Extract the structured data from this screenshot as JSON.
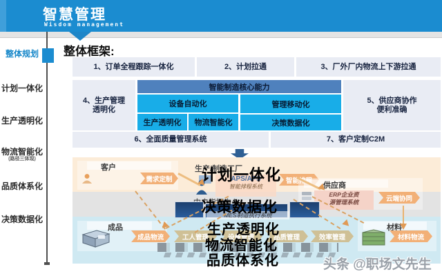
{
  "header": {
    "title": "智慧管理",
    "subtitle": "Wisdom management"
  },
  "sidebar": {
    "items": [
      {
        "label": "整体规划",
        "note": ""
      },
      {
        "label": "计划一体化",
        "note": ""
      },
      {
        "label": "生产透明化",
        "note": ""
      },
      {
        "label": "物流智能化",
        "note": "(路径三体现)"
      },
      {
        "label": "品质体系化",
        "note": ""
      },
      {
        "label": "决策数据化",
        "note": ""
      }
    ]
  },
  "main": {
    "section_title": "整体框架:",
    "framework": {
      "top_row": [
        "1、订单全程跟踪一体化",
        "2、计划拉通",
        "3、厂外厂内物流上下游拉通"
      ],
      "left_cell_line1": "4、生产管理",
      "left_cell_line2": "透明化",
      "core_title": "智能制造核心能力",
      "cell_equipment": "设备自动化",
      "cell_mobile": "管理移动化",
      "cell_production": "生产透明化",
      "cell_logistics": "物流智能化",
      "cell_decision": "决策数据化",
      "right_cell_line1": "5、供应商协作",
      "right_cell_line2": "便利准确",
      "bottom_row": [
        "6、全面质量管理系统",
        "7、客户定制C2M"
      ]
    },
    "diagram": {
      "customer_title": "客户",
      "customer_tag": "需求定制",
      "producer_title": "生产/制造工厂",
      "producer_system_line1": "APS/AFS",
      "producer_system_line2": "智能排程系统",
      "producer_tag": "智能排程",
      "supplier_title": "供应商",
      "supplier_system_line1": "ERP企业资",
      "supplier_system_line2": "源管理系统",
      "supplier_tag": "云端协同",
      "central_title": "中央指挥中心",
      "mes_label": "MES制造执行系统",
      "finished_title": "成品",
      "finished_tag": "成品物流",
      "material_title": "材料",
      "material_tag": "材料物流",
      "process_tags": [
        "工人管理",
        "设备管理",
        "品质管理",
        "效率管理"
      ],
      "overlay_plan": "计划一体化",
      "overlay_decision": "决策数据化",
      "overlay_production": "生产透明化",
      "overlay_logistics": "物流智能化",
      "overlay_quality": "品质体系化"
    }
  },
  "watermark": "头条 @职场文先生",
  "colors": {
    "accent_blue": "#1b8cd0",
    "cell_blue": "#18ade8",
    "core_bar": "#4f81bd",
    "light_cell": "#e9ecf4"
  }
}
